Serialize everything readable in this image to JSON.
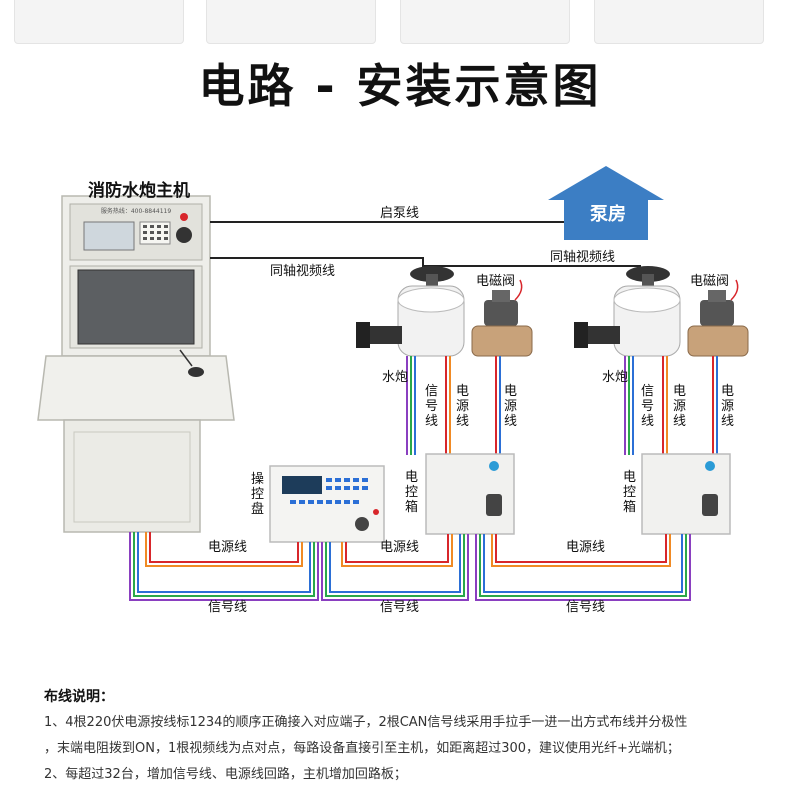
{
  "title": "电路 - 安装示意图",
  "host": {
    "heading": "消防水炮主机",
    "panel_hotline": "服务热线：400-8844119"
  },
  "pump_room": "泵房",
  "wires": {
    "start_pump": "启泵线",
    "coax_left": "同轴视频线",
    "coax_right": "同轴视频线",
    "power_1": "电源线",
    "power_2": "电源线",
    "power_3": "电源线",
    "signal_1": "信号线",
    "signal_2": "信号线",
    "signal_3": "信号线"
  },
  "left_unit": {
    "cannon": "水炮",
    "valve": "电磁阀",
    "signal_line": "信号线",
    "power_line": "电源线",
    "power_line_2": "电源线",
    "box": "电控箱"
  },
  "right_unit": {
    "cannon": "水炮",
    "valve": "电磁阀",
    "signal_line": "信号线",
    "power_line": "电源线",
    "power_line_2": "电源线",
    "box": "电控箱"
  },
  "control_panel": "操控盘",
  "notes": {
    "heading": "布线说明：",
    "line1": "1、4根220伏电源按线标1234的顺序正确接入对应端子，2根CAN信号线采用手拉手一进一出方式布线并分极性",
    "line2": "，末端电阻拨到ON，1根视频线为点对点，每路设备直接引至主机，如距离超过300，建议使用光纤+光端机；",
    "line3": "2、每超过32台，增加信号线、电源线回路，主机增加回路板；"
  },
  "colors": {
    "power_red": "#d8262b",
    "power_orange": "#f08a24",
    "signal_purple": "#8a3fc0",
    "signal_green": "#2aa84a",
    "signal_blue": "#2b6fd6",
    "pump_blue": "#3c7ec4",
    "coax_black": "#222222"
  }
}
